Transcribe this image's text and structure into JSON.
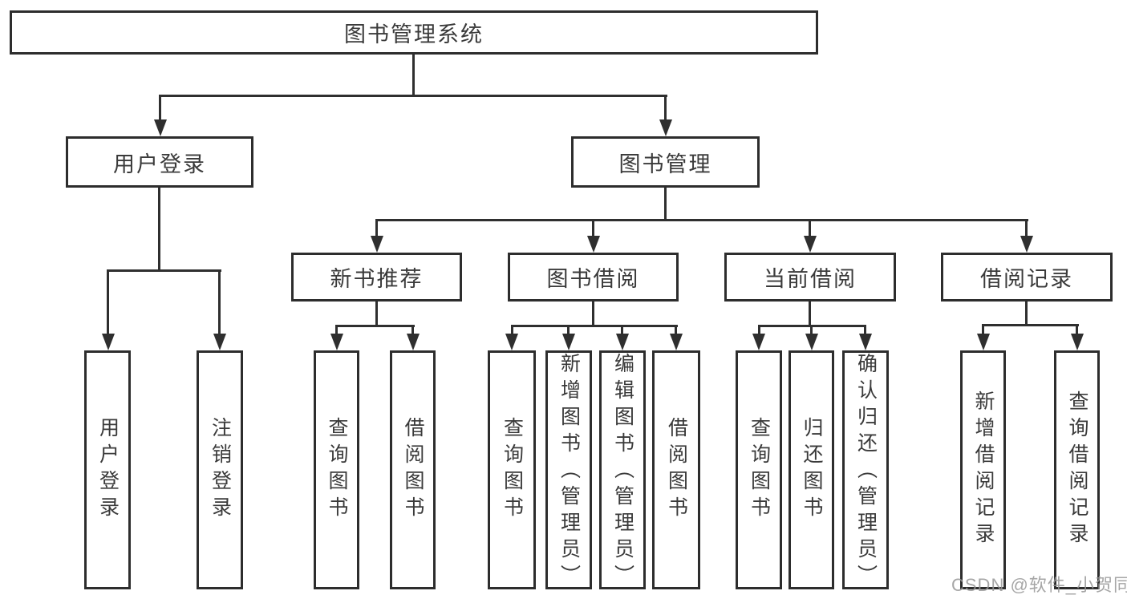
{
  "diagram": {
    "root": {
      "label": "图书管理系统"
    },
    "branches": [
      {
        "label": "用户登录",
        "children": [
          {
            "label": "用户登录"
          },
          {
            "label": "注销登录"
          }
        ]
      },
      {
        "label": "图书管理",
        "children": [
          {
            "label": "新书推荐",
            "children": [
              {
                "label": "查询图书"
              },
              {
                "label": "借阅图书"
              }
            ]
          },
          {
            "label": "图书借阅",
            "children": [
              {
                "label": "查询图书"
              },
              {
                "label": "新增图书（管理员）"
              },
              {
                "label": "编辑图书（管理员）"
              },
              {
                "label": "借阅图书"
              }
            ]
          },
          {
            "label": "当前借阅",
            "children": [
              {
                "label": "查询图书"
              },
              {
                "label": "归还图书"
              },
              {
                "label": "确认归还（管理员）"
              }
            ]
          },
          {
            "label": "借阅记录",
            "children": [
              {
                "label": "新增借阅记录"
              },
              {
                "label": "查询借阅记录"
              }
            ]
          }
        ]
      }
    ]
  },
  "watermark": {
    "text": "CSDN @软件_小贺同学"
  },
  "colors": {
    "line": "#2f2f2f",
    "border": "#2d2d2d",
    "text": "#3a3a3a",
    "background": "#ffffff",
    "watermark": "#969696"
  }
}
